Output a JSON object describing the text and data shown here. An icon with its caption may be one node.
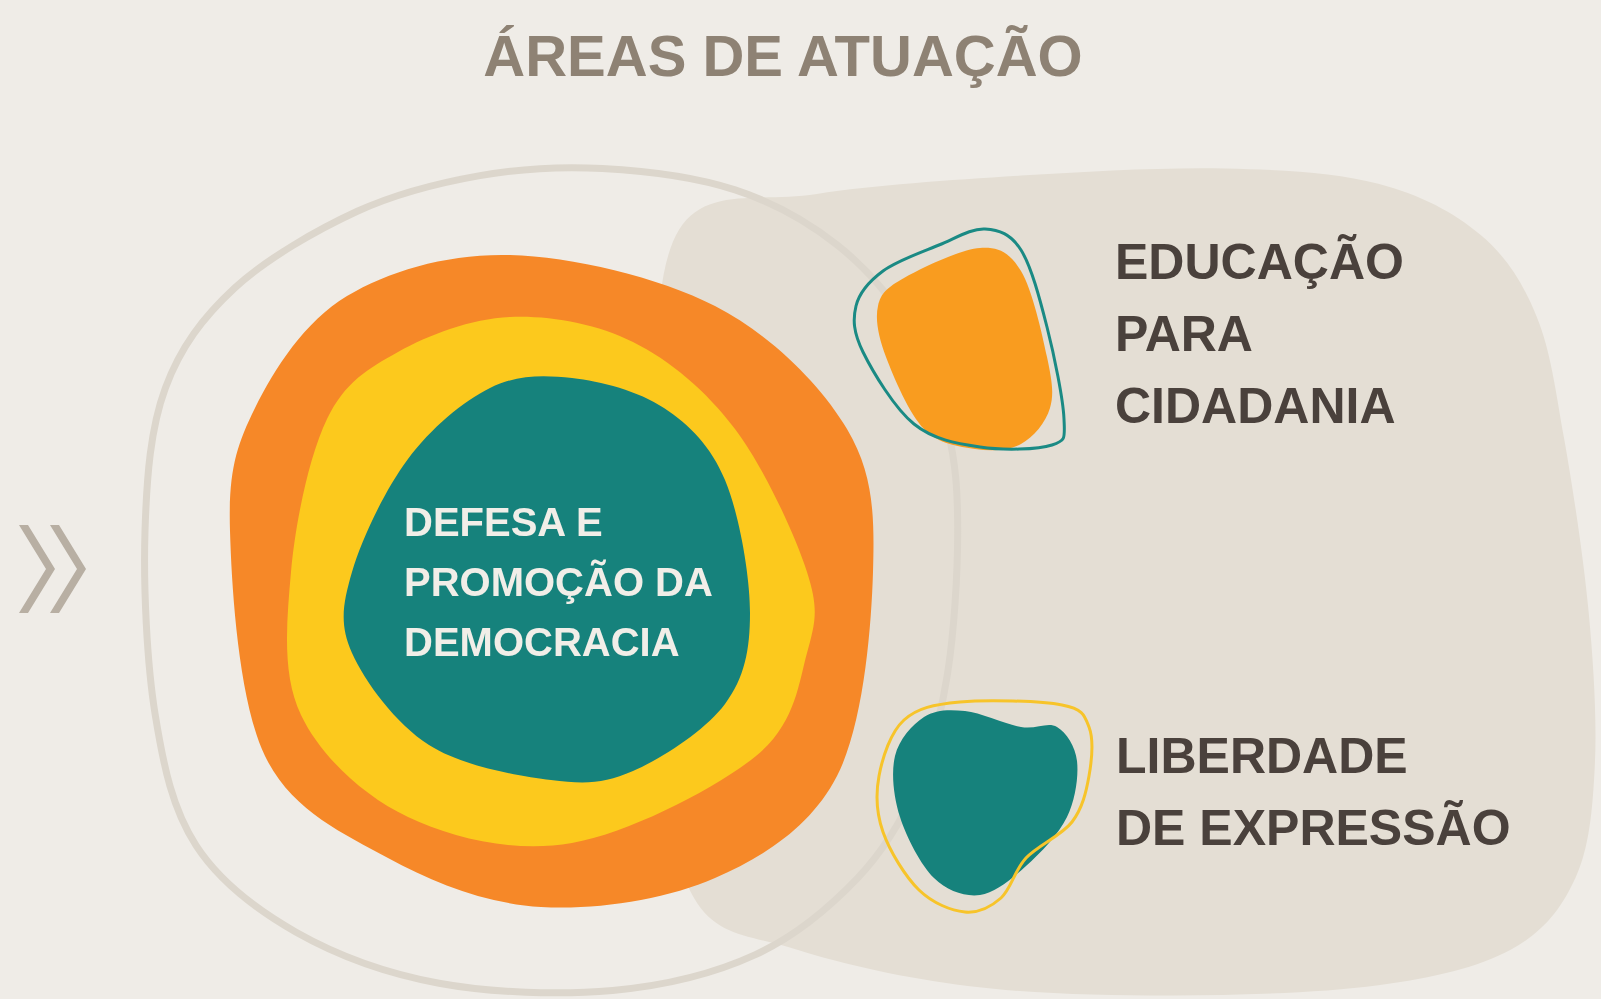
{
  "diagram": {
    "title": "ÁREAS DE ATUAÇÃO",
    "nodes": [
      {
        "text": [],
        "shape": "blob"
      },
      {
        "text": [],
        "shape": "blob",
        "in": 0
      },
      {
        "text": [
          "DEFESA E PROMOÇÃO DA DEMOCRACIA"
        ],
        "in": 1
      },
      {
        "text": [],
        "shape": "blob",
        "beside": [
          "EDUCAÇÃO PARA CIDADANIA"
        ]
      },
      {
        "text": [],
        "shape": "blob",
        "beside": [
          "LIBERDADE DE EXPRESSÃO"
        ]
      }
    ]
  }
}
